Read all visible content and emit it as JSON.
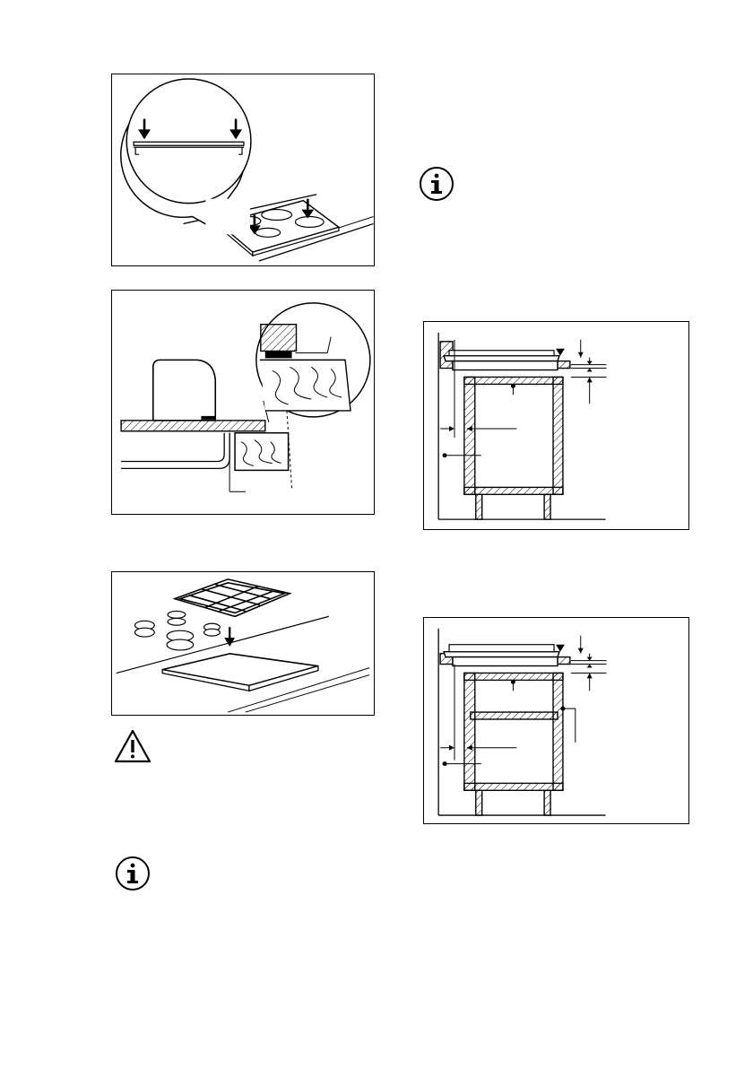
{
  "page": {
    "figures": [
      {
        "id": "fig1",
        "name": "hob-seal-press-figure"
      },
      {
        "id": "fig2",
        "name": "hob-worktop-section-figure"
      },
      {
        "id": "fig3",
        "name": "hob-protection-panel-figure"
      },
      {
        "id": "fig4",
        "name": "cabinet-installation-diagram-oven"
      },
      {
        "id": "fig5",
        "name": "cabinet-installation-diagram-shelf"
      }
    ],
    "icons": [
      {
        "id": "info1",
        "name": "information-icon"
      },
      {
        "id": "warn1",
        "name": "warning-icon"
      },
      {
        "id": "info2",
        "name": "information-icon"
      }
    ]
  }
}
